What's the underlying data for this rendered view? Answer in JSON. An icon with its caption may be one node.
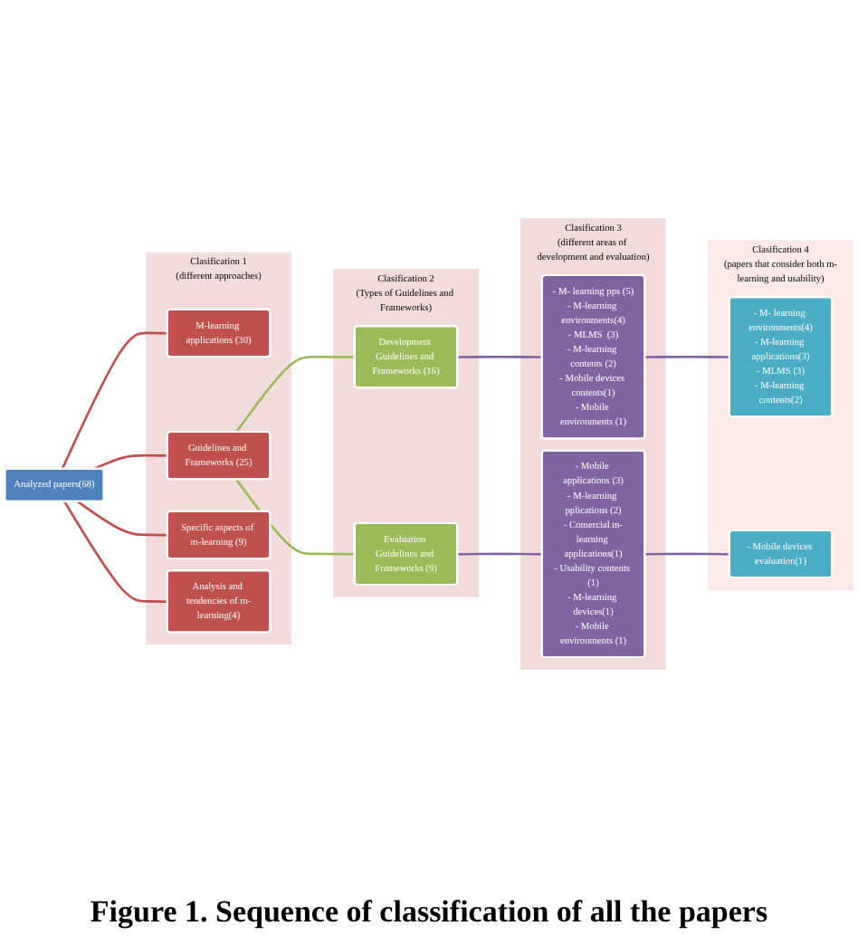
{
  "diagram": {
    "caption": "Figure 1. Sequence of classification of all the papers",
    "nodes": [
      {
        "text": [
          "Analyzed papers(68)"
        ]
      },
      {
        "text": [
          "Clasification 1",
          "(different approaches)"
        ]
      },
      {
        "text": [
          "M-learning applications (30)"
        ],
        "in": 1
      },
      {
        "text": [
          "Guidelines and Frameworks (25)"
        ],
        "in": 1
      },
      {
        "text": [
          "Specific aspects of m-learning (9)"
        ],
        "in": 1
      },
      {
        "text": [
          "Analysis and tendencies of m-learning(4)"
        ],
        "in": 1
      },
      {
        "text": [
          "Clasification 2",
          "(Types of Guidelines and Frameworks)"
        ]
      },
      {
        "text": [
          "Development Guidelines and Frameworks (16)"
        ],
        "in": 6
      },
      {
        "text": [
          "Evaluation Guidelines and Frameworks (9)"
        ],
        "in": 6
      },
      {
        "text": [
          "Clasification 3",
          "(different areas of development and evaluation)"
        ]
      },
      {
        "text": [
          "- M- learning pps (5)",
          "- M-learning environments(4)",
          "- MLMS  (3)",
          "- M-learning contents (2)",
          "- Mobile devices contents(1)",
          "- Mobile environments (1)"
        ],
        "in": 9
      },
      {
        "text": [
          "- Mobile applications (3)",
          "- M-learning pplications (2)",
          "- Comercial m-learning applications(1)",
          "- Usability contents (1)",
          "- M-learning devices(1)",
          "- Mobile environments (1)"
        ],
        "in": 9
      },
      {
        "text": [
          "Clasification 4",
          "(papers that consider both m-learning and usability)"
        ]
      },
      {
        "text": [
          "- M- learning environments(4)",
          "- M-learning applications(3)",
          "- MLMS (3)",
          "- M-learning contents(2)"
        ],
        "in": 12
      },
      {
        "text": [
          "- Mobile devices evaluation(1)"
        ],
        "in": 12
      }
    ],
    "edges": [
      {
        "from": 0,
        "to": 2,
        "arrow": "none",
        "color": "#c0504d"
      },
      {
        "from": 0,
        "to": 3,
        "arrow": "none",
        "color": "#c0504d"
      },
      {
        "from": 0,
        "to": 4,
        "arrow": "none",
        "color": "#c0504d"
      },
      {
        "from": 0,
        "to": 5,
        "arrow": "none",
        "color": "#c0504d"
      },
      {
        "from": 3,
        "to": 7,
        "arrow": "none",
        "color": "#9bbb59"
      },
      {
        "from": 3,
        "to": 8,
        "arrow": "none",
        "color": "#9bbb59"
      },
      {
        "from": 7,
        "to": 10,
        "arrow": "none"
      },
      {
        "from": 8,
        "to": 11,
        "arrow": "none"
      },
      {
        "from": 10,
        "to": 13,
        "arrow": "none"
      },
      {
        "from": 11,
        "to": 14,
        "arrow": "none"
      }
    ]
  }
}
